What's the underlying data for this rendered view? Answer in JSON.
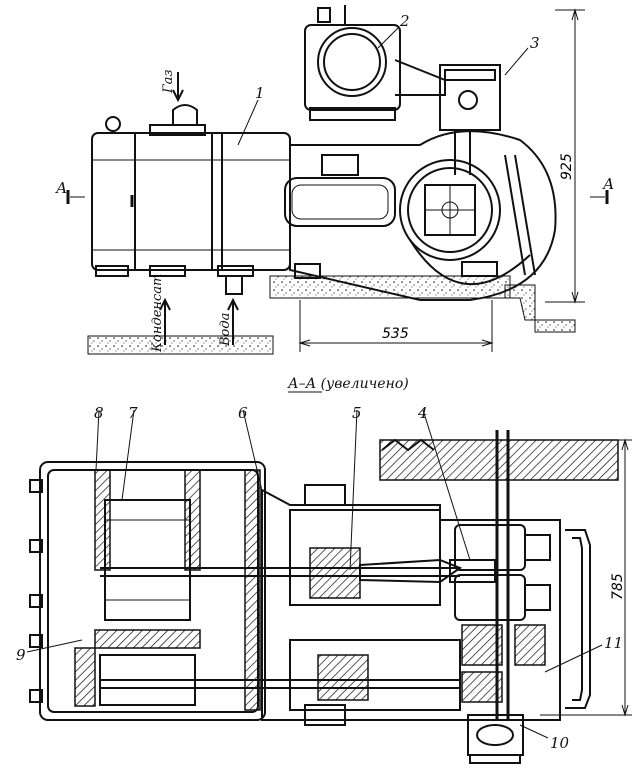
{
  "top_view": {
    "callouts": [
      "1",
      "2",
      "3"
    ],
    "section_marker": "А",
    "dimension_925": "925",
    "dimension_535": "535",
    "label_gas": "Газ",
    "label_condensate": "Конденсат",
    "label_water": "Вода"
  },
  "section": {
    "title": "А–А (увеличено)",
    "callouts": [
      "4",
      "5",
      "6",
      "7",
      "8",
      "9",
      "10",
      "11"
    ],
    "dimension_785": "785"
  },
  "colors": {
    "ink": "#111111",
    "paper": "#ffffff"
  }
}
